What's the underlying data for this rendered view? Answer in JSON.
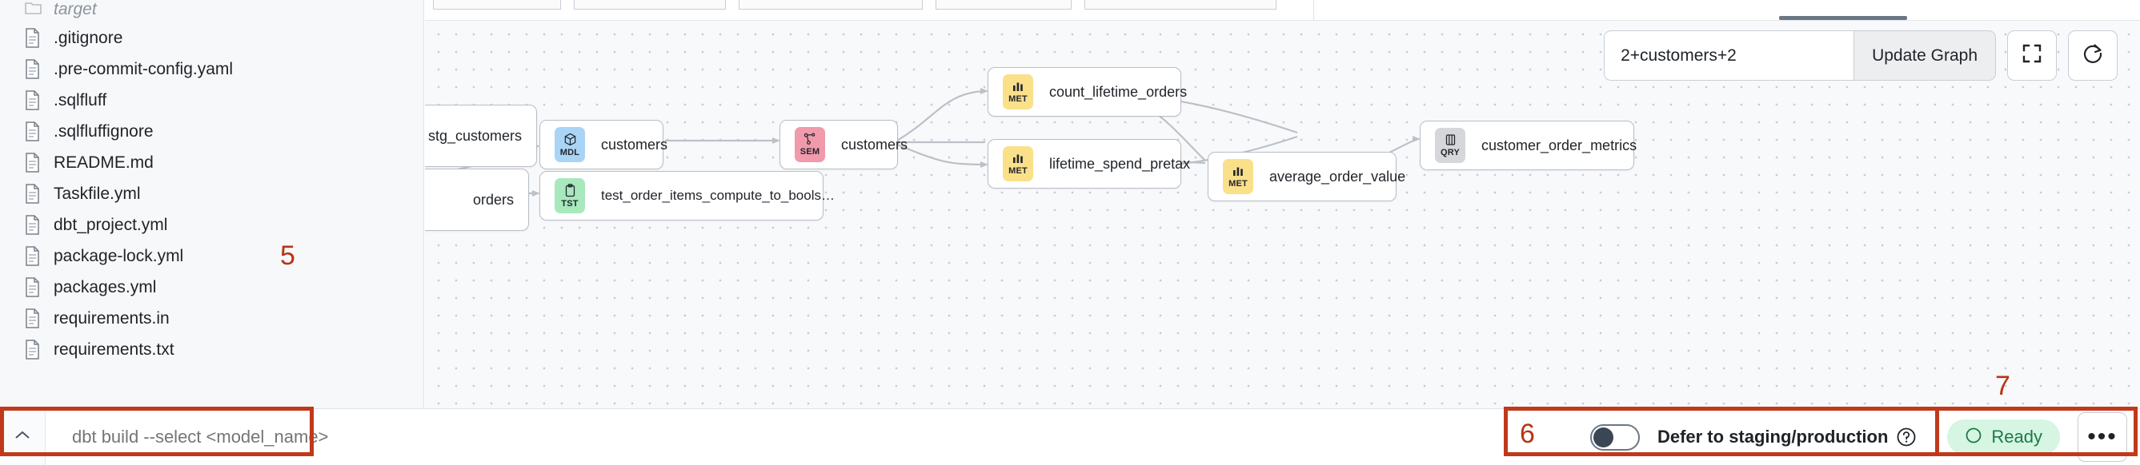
{
  "sidebar": {
    "files": [
      {
        "name": "target",
        "icon": "folder-icon",
        "muted": true
      },
      {
        "name": ".gitignore",
        "icon": "file-icon",
        "muted": false
      },
      {
        "name": ".pre-commit-config.yaml",
        "icon": "file-icon",
        "muted": false
      },
      {
        "name": ".sqlfluff",
        "icon": "file-icon",
        "muted": false
      },
      {
        "name": ".sqlfluffignore",
        "icon": "file-icon",
        "muted": false
      },
      {
        "name": "README.md",
        "icon": "file-icon",
        "muted": false
      },
      {
        "name": "Taskfile.yml",
        "icon": "file-icon",
        "muted": false
      },
      {
        "name": "dbt_project.yml",
        "icon": "file-icon",
        "muted": false
      },
      {
        "name": "package-lock.yml",
        "icon": "file-icon",
        "muted": false
      },
      {
        "name": "packages.yml",
        "icon": "file-icon",
        "muted": false
      },
      {
        "name": "requirements.in",
        "icon": "file-icon",
        "muted": false
      },
      {
        "name": "requirements.txt",
        "icon": "file-icon",
        "muted": false
      }
    ]
  },
  "graph_toolbar": {
    "selector_value": "2+customers+2",
    "selector_placeholder": "2+customers+2",
    "update_label": "Update Graph",
    "fullscreen_icon": "fullscreen-icon",
    "refresh_icon": "refresh-icon"
  },
  "graph": {
    "nodes": [
      {
        "id": "stg_customers",
        "label": "stg_customers",
        "badge": null,
        "type": "MDL"
      },
      {
        "id": "orders",
        "label": "orders",
        "badge": null,
        "type": "MDL"
      },
      {
        "id": "customers_mdl",
        "label": "customers",
        "badge": "MDL",
        "badge_glyph": "cube-icon"
      },
      {
        "id": "test_order_items",
        "label": "test_order_items_compute_to_bools…",
        "badge": "TST",
        "badge_glyph": "clipboard-icon"
      },
      {
        "id": "customers_sem",
        "label": "customers",
        "badge": "SEM",
        "badge_glyph": "semantic-icon"
      },
      {
        "id": "count_lifetime_orders",
        "label": "count_lifetime_orders",
        "badge": "MET",
        "badge_glyph": "chart-icon"
      },
      {
        "id": "lifetime_spend_pretax",
        "label": "lifetime_spend_pretax",
        "badge": "MET",
        "badge_glyph": "chart-icon"
      },
      {
        "id": "average_order_value",
        "label": "average_order_value",
        "badge": "MET",
        "badge_glyph": "chart-icon"
      },
      {
        "id": "customer_order_metrics",
        "label": "customer_order_metrics",
        "badge": "QRY",
        "badge_glyph": "query-icon"
      }
    ],
    "badge_colors": {
      "MDL": "#a9d4f5",
      "TST": "#a7e8bd",
      "SEM": "#f09aab",
      "MET": "#fbe08a",
      "QRY": "#d5d7da"
    }
  },
  "bottom_bar": {
    "collapse_icon": "chevron-up-icon",
    "command_placeholder": "dbt build --select <model_name>",
    "command_value": "",
    "toggle_name": "defer-toggle",
    "toggle_state": "off",
    "defer_label": "Defer to staging/production",
    "help_icon": "help-circle-icon",
    "status_label": "Ready",
    "status_icon": "status-circle-icon",
    "status_color": "#1a7a47",
    "status_bg": "#d6f5e2",
    "more_label": "•••"
  },
  "annotations": {
    "accent_color": "#c0391b",
    "items": [
      {
        "number": "5",
        "target": "command-input"
      },
      {
        "number": "6",
        "target": "defer-toggle"
      },
      {
        "number": "7",
        "target": "status-area"
      }
    ]
  }
}
